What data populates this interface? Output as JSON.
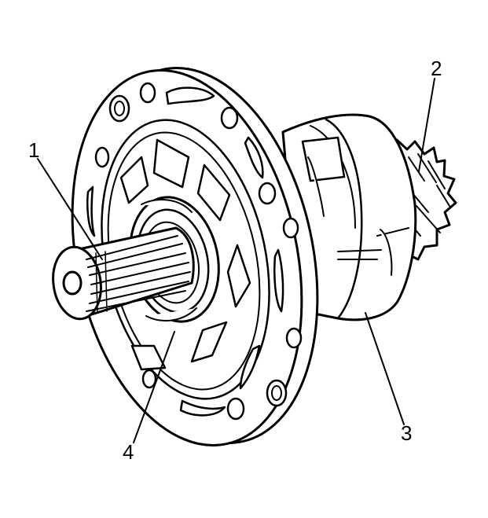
{
  "callouts": [
    {
      "id": "1",
      "label": "1"
    },
    {
      "id": "2",
      "label": "2"
    },
    {
      "id": "3",
      "label": "3"
    },
    {
      "id": "4",
      "label": "4"
    }
  ],
  "colors": {
    "stroke": "#000000",
    "fill": "#ffffff"
  }
}
